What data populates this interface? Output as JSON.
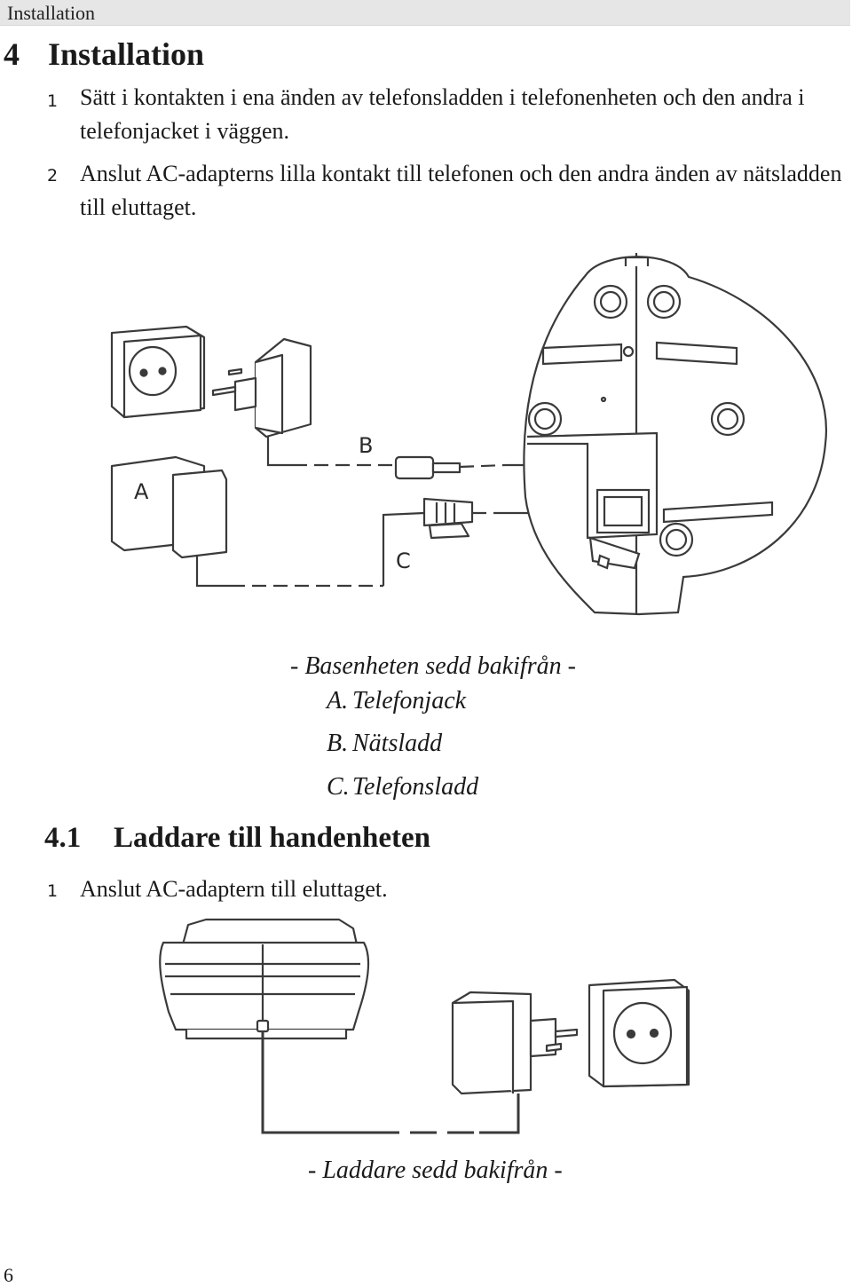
{
  "header": {
    "title": "Installation"
  },
  "section": {
    "number": "4",
    "title": "Installation"
  },
  "steps": [
    {
      "num": "1",
      "text": "Sätt i kontakten i ena änden av telefonsladden i telefonenheten och den andra i telefonjacket i väggen."
    },
    {
      "num": "2",
      "text": "Anslut AC-adapterns lilla kontakt till telefonen och den andra änden av nätsladden till eluttaget."
    }
  ],
  "figure1": {
    "labels": {
      "a": "A",
      "b": "B",
      "c": "C"
    },
    "caption": "- Basenheten sedd bakifrån -",
    "legend": [
      {
        "key": "A.",
        "text": "Telefonjack"
      },
      {
        "key": "B.",
        "text": "Nätsladd"
      },
      {
        "key": "C.",
        "text": "Telefonsladd"
      }
    ]
  },
  "subsection": {
    "number": "4.1",
    "title": "Laddare till handenheten"
  },
  "substeps": [
    {
      "num": "1",
      "text": "Anslut AC-adaptern till eluttaget."
    }
  ],
  "figure2": {
    "caption": "- Laddare sedd bakifrån -"
  },
  "footer": {
    "page_number": "6"
  }
}
